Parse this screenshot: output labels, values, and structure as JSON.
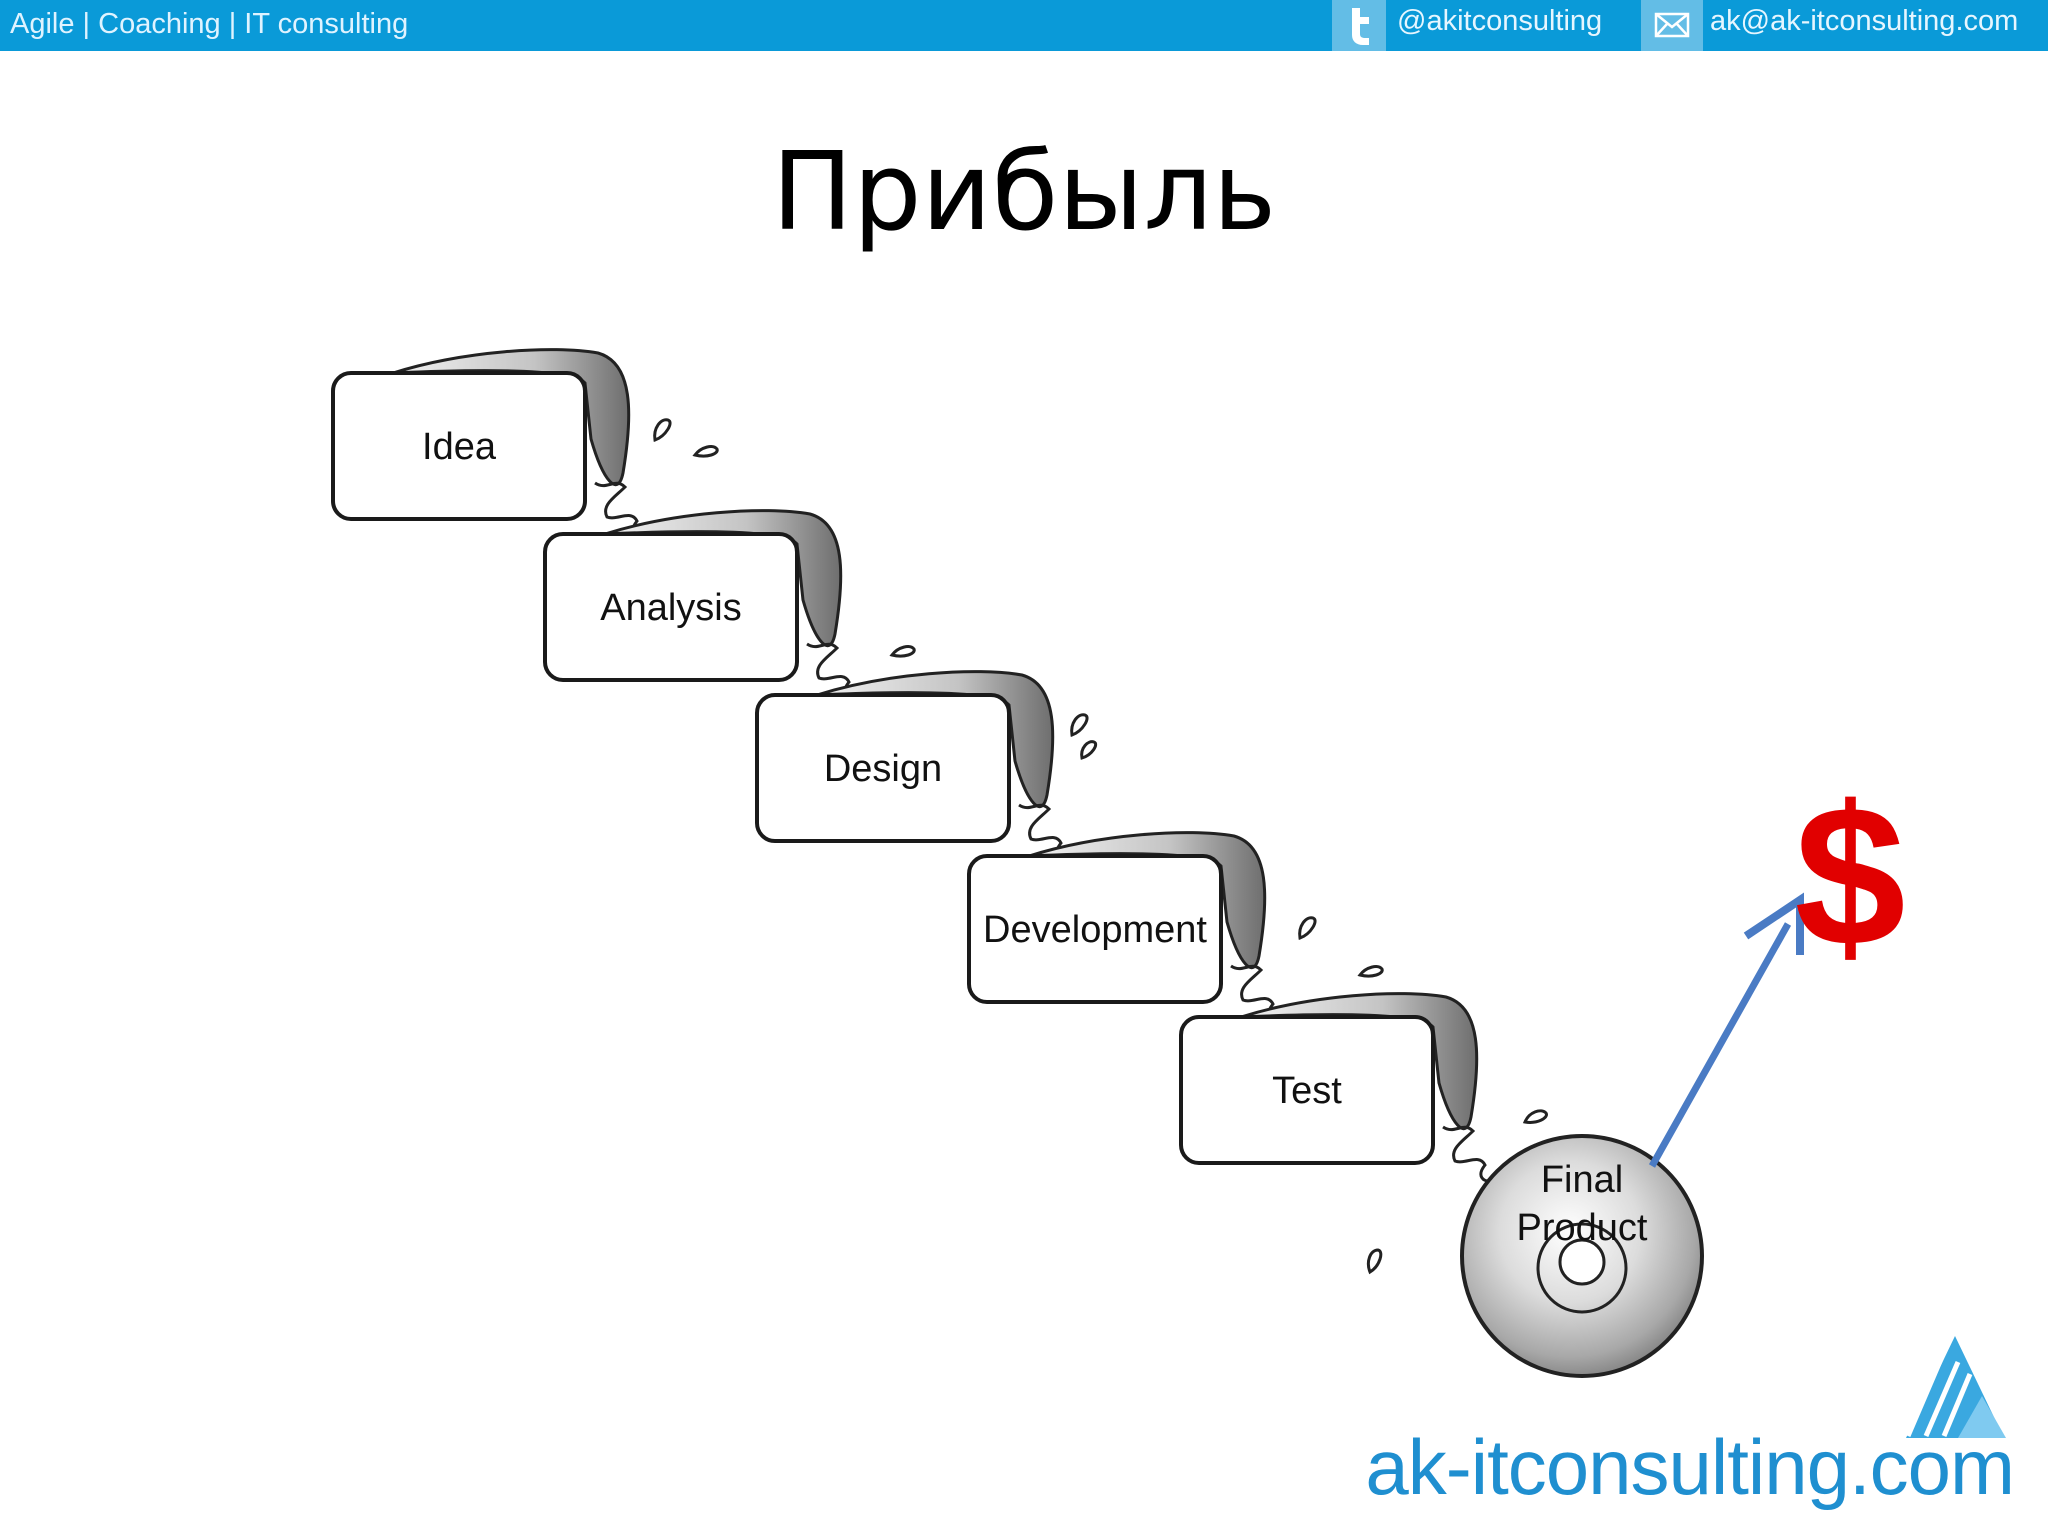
{
  "header": {
    "tagline": "Agile | Coaching | IT consulting",
    "twitter": "@akitconsulting",
    "email": "ak@ak-itconsulting.com",
    "twitter_icon": "twitter-icon",
    "mail_icon": "mail-icon",
    "bar_color": "#0a9ad8"
  },
  "slide": {
    "title": "Прибыль"
  },
  "diagram": {
    "stages": [
      "Idea",
      "Analysis",
      "Design",
      "Development",
      "Test"
    ],
    "final_line1": "Final",
    "final_line2": "Product",
    "profit_symbol": "$",
    "profit_color": "#e10000",
    "arrow_color": "#4a7bc4"
  },
  "footer": {
    "logo_text": "ak-itconsulting.com",
    "logo_color": "#1f8fd0"
  }
}
